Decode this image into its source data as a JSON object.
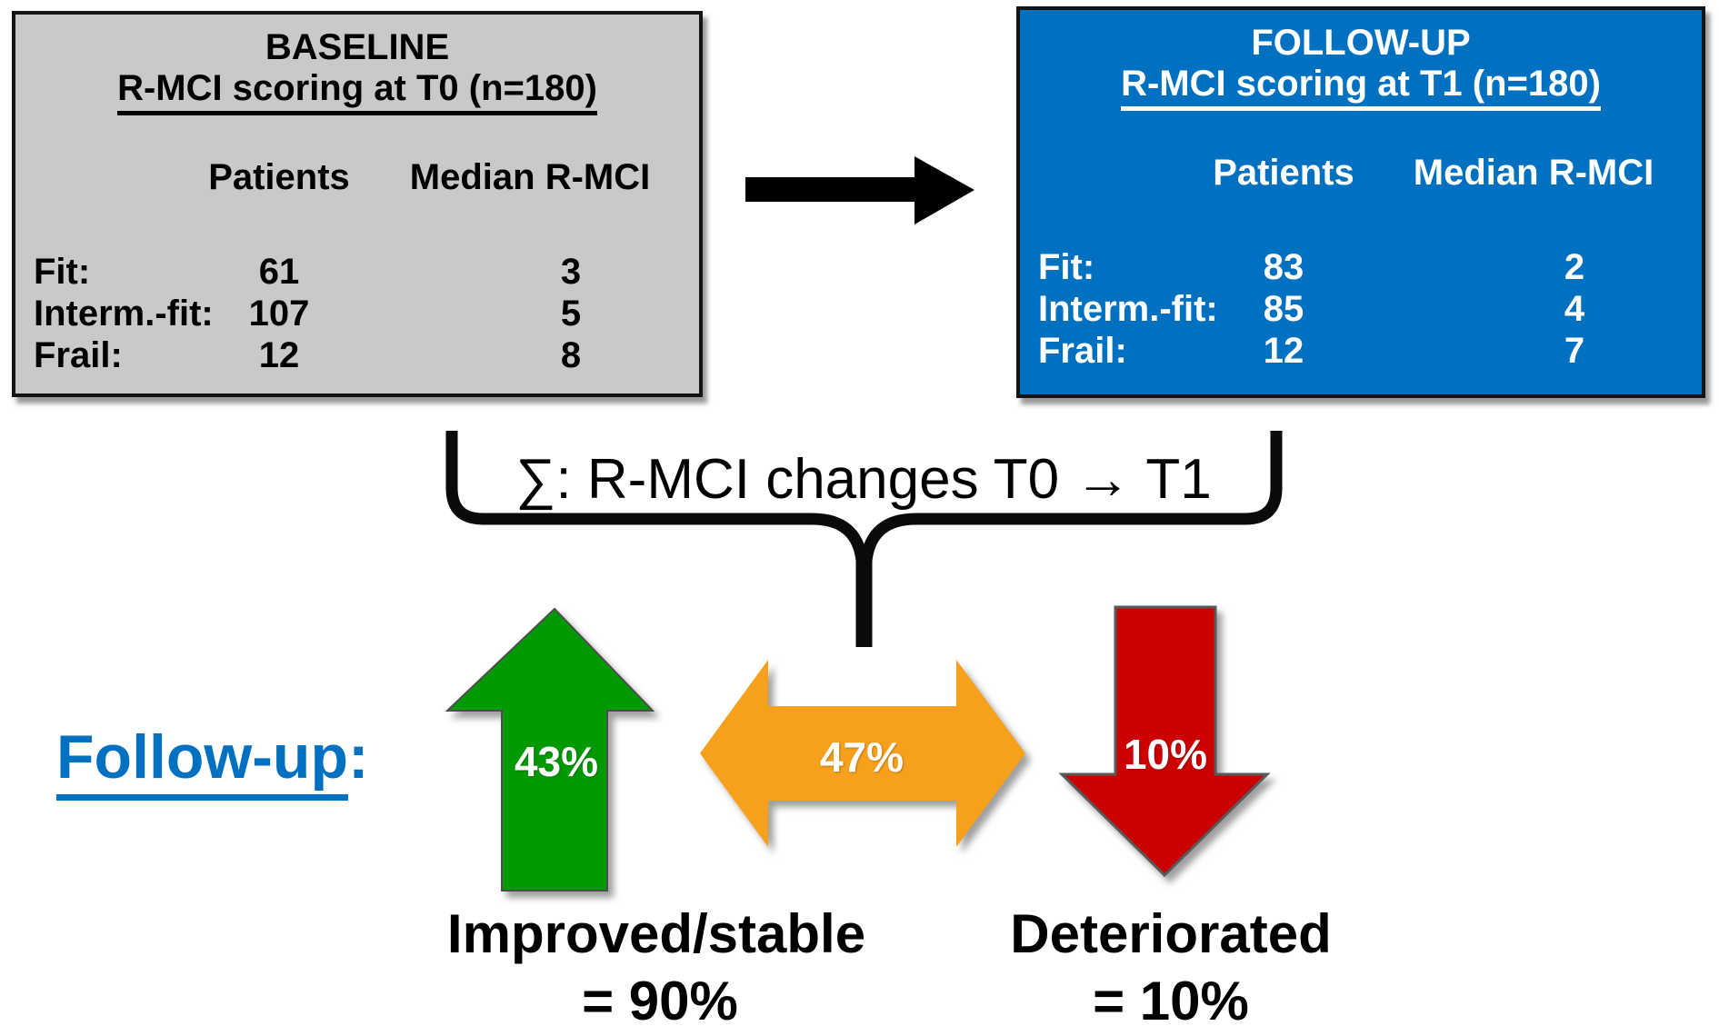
{
  "baseline_box": {
    "title_line1": "BASELINE",
    "title_line2": "R-MCI scoring at T0 (n=180)",
    "col_headers": {
      "patients": "Patients",
      "median": "Median R-MCI"
    },
    "rows": [
      {
        "label": "Fit:",
        "patients": "61",
        "median": "3"
      },
      {
        "label": "Interm.-fit:",
        "patients": "107",
        "median": "5"
      },
      {
        "label": "Frail:",
        "patients": "12",
        "median": "8"
      }
    ],
    "bg": "#C9C9C9",
    "text_color": "#000000"
  },
  "followup_box": {
    "title_line1": "FOLLOW-UP",
    "title_line2": "R-MCI scoring at T1 (n=180)",
    "col_headers": {
      "patients": "Patients",
      "median": "Median R-MCI"
    },
    "rows": [
      {
        "label": "Fit:",
        "patients": "83",
        "median": "2"
      },
      {
        "label": "Interm.-fit:",
        "patients": "85",
        "median": "4"
      },
      {
        "label": "Frail:",
        "patients": "12",
        "median": "7"
      }
    ],
    "bg": "#0070C0",
    "text_color": "#FFFFFF"
  },
  "sum_label": "∑: R-MCI changes T0 → T1",
  "followup_label": {
    "text": "Follow-up",
    "colon": ":",
    "color": "#0070C0"
  },
  "arrows": {
    "transition_color": "#000000",
    "improved": {
      "value": "43%",
      "color": "#039903"
    },
    "stable": {
      "value": "47%",
      "color": "#F7A01C"
    },
    "deteriorated": {
      "value": "10%",
      "color": "#CC0000"
    }
  },
  "captions": {
    "improved_line1": "Improved/stable",
    "improved_line2": "= 90%",
    "deteriorated_line1": "Deteriorated",
    "deteriorated_line2": "= 10%"
  }
}
